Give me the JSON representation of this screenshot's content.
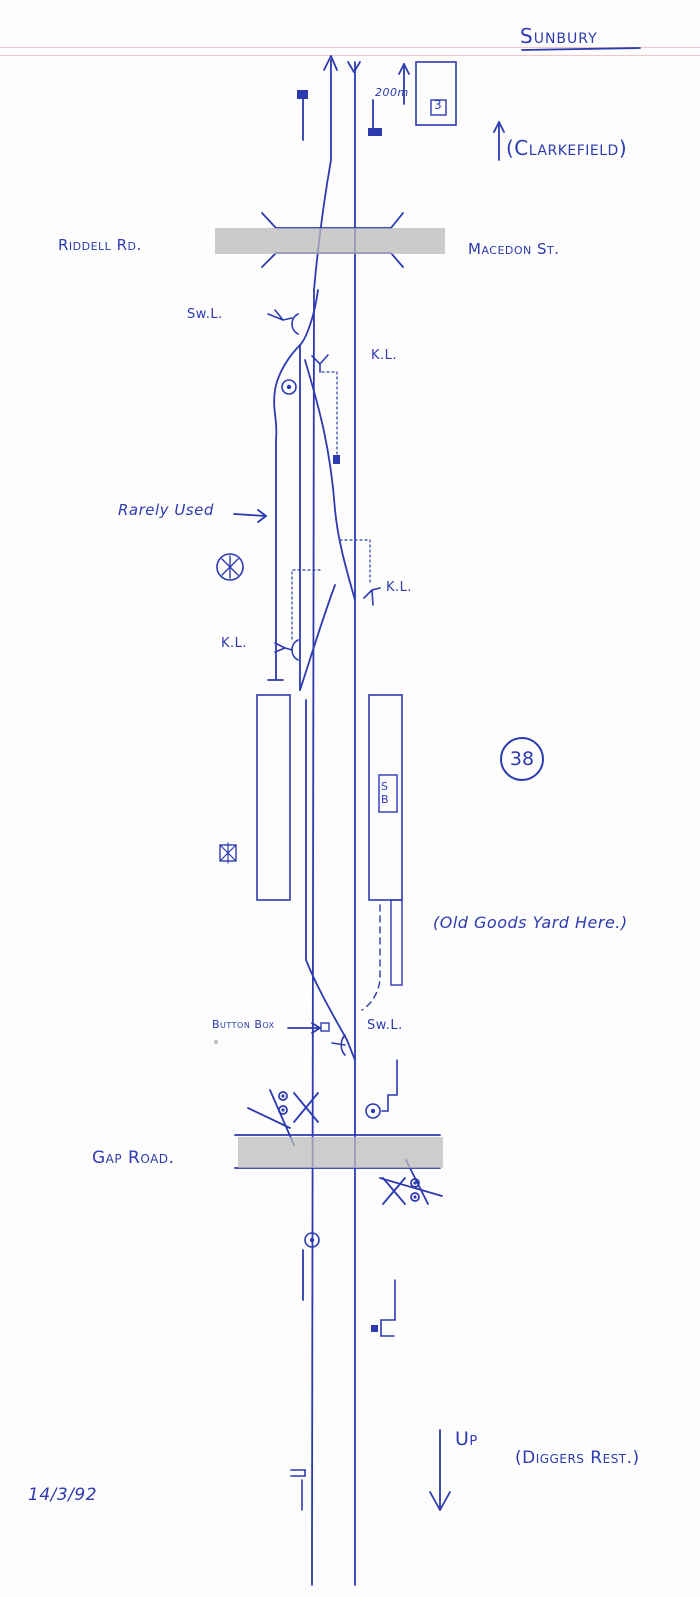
{
  "title": "Sunbury",
  "direction_down": "(Clarkefield)",
  "direction_up_label": "Up",
  "direction_up_dest": "(Diggers Rest.)",
  "road_north_west": "Riddell Rd.",
  "road_north_east": "Macedon St.",
  "road_south": "Gap Road.",
  "distance_label": "200m",
  "sign_letter": "3",
  "labels": {
    "swl_north": "Sw.L.",
    "kl_1": "K.L.",
    "kl_2": "K.L.",
    "kl_3": "K.L.",
    "swl_south": "Sw.L.",
    "rarely_used": "Rarely Used",
    "button_box": "Button Box",
    "old_goods_yard": "(Old Goods Yard Here.)",
    "signal_box": "SB"
  },
  "page_number": "38",
  "date": "14/3/92",
  "colors": {
    "ink": "#2d3ab0",
    "road": "#b5b5b5",
    "ruled_line": "#f0c6c6"
  }
}
